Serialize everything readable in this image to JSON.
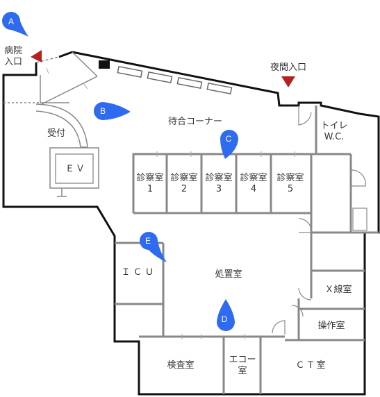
{
  "entrances": {
    "hospital": [
      "病院",
      "入口"
    ],
    "night": "夜間入口"
  },
  "areas": {
    "waiting": "待合コーナー",
    "reception": "受付",
    "elevator": "ＥＶ",
    "toilet": [
      "トイレ",
      "W.C."
    ],
    "exam_rooms": [
      [
        "診察室",
        "1"
      ],
      [
        "診察室",
        "2"
      ],
      [
        "診察室",
        "3"
      ],
      [
        "診察室",
        "4"
      ],
      [
        "診察室",
        "5"
      ]
    ],
    "icu": "ＩＣＵ",
    "treatment": "処置室",
    "xray": "Ｘ線室",
    "control": "操作室",
    "lab": "検査室",
    "echo": [
      "エコー",
      "室"
    ],
    "ct": "ＣＴ室"
  },
  "markers": [
    "A",
    "B",
    "C",
    "D",
    "E"
  ],
  "colors": {
    "wall": "#111111",
    "partition": "#888888",
    "marker": "#2f6bef",
    "entrance_arrow": "#b22222"
  }
}
